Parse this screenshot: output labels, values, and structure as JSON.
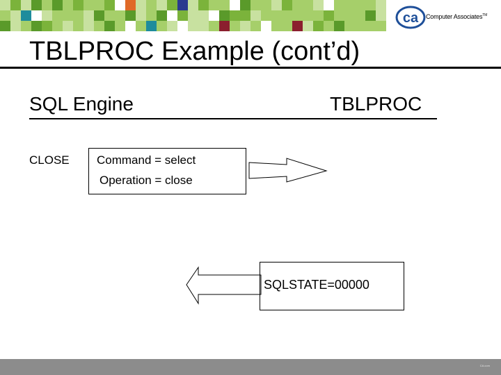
{
  "slide": {
    "title": "TBLPROC Example (cont’d)"
  },
  "brand": {
    "logo_mark": "ca",
    "logo_text": "Computer Associates",
    "logo_tm": "TM",
    "accent": "#1e4f99",
    "mosaic_colors": [
      "#7bb33b",
      "#a6cf6a",
      "#c8e1a0",
      "#5a9a2a",
      "#e06a28",
      "#2b3a8f",
      "#8b1f2e",
      "#1e8c9c"
    ]
  },
  "columns": {
    "left": "SQL Engine",
    "right": "TBLPROC"
  },
  "request": {
    "label": "CLOSE",
    "line1": "Command = select",
    "line2": "Operation = close"
  },
  "response": {
    "text": "SQLSTATE=00000"
  },
  "footer": {
    "mark": "CA.com"
  }
}
